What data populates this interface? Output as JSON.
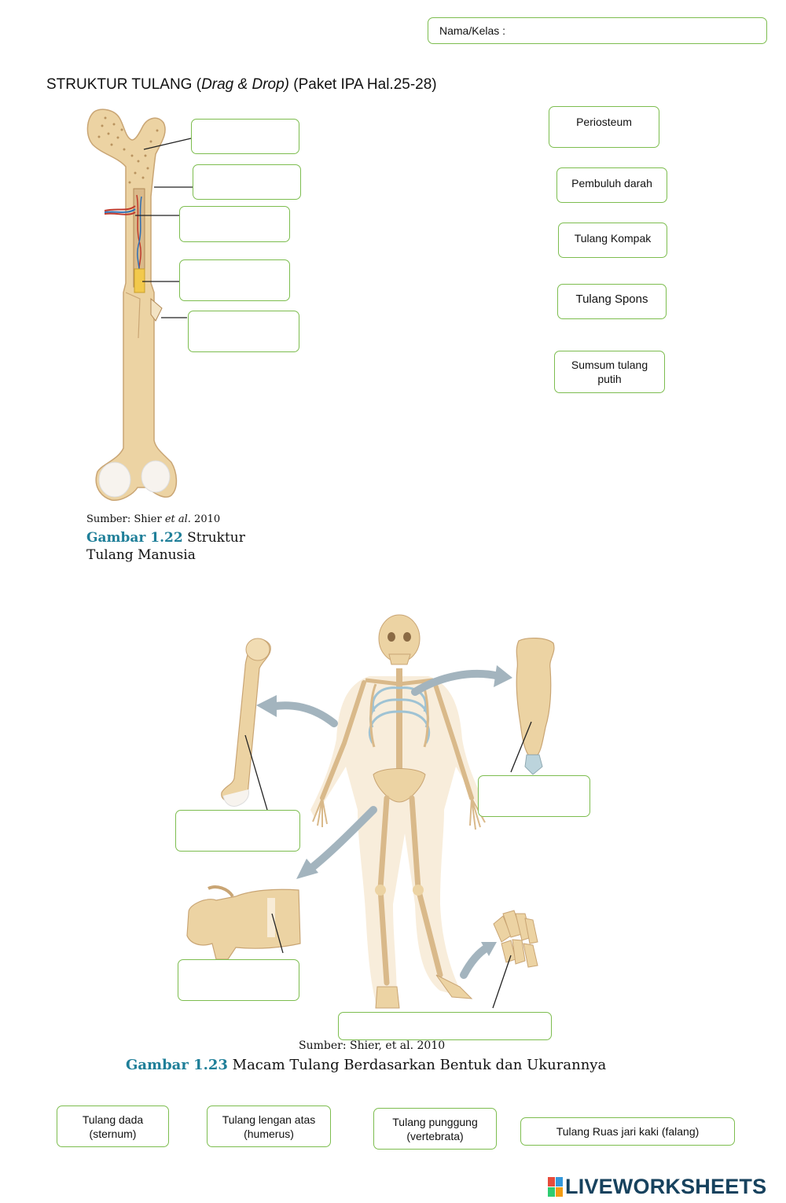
{
  "header": {
    "name_label": "Nama/Kelas :"
  },
  "title": {
    "main": "STRUKTUR TULANG (",
    "italic": "Drag & Drop)",
    "tail": " (Paket IPA Hal.25-28)"
  },
  "bone_labels": [
    "Periosteum",
    "Pembuluh darah",
    "Tulang Kompak",
    "Tulang Spons",
    "Sumsum tulang putih"
  ],
  "fig1": {
    "source_prefix": "Sumber: Shier ",
    "source_italic": "et al.",
    "source_year": " 2010",
    "caption_num": "Gambar 1.22",
    "caption_line1": " Struktur",
    "caption_line2": "Tulang Manusia"
  },
  "fig2": {
    "source": "Sumber: Shier, et al. 2010",
    "caption_num": "Gambar 1.23",
    "caption_text": " Macam Tulang Berdasarkan Bentuk dan Ukurannya"
  },
  "shape_labels": [
    "Tulang dada (sternum)",
    "Tulang lengan atas (humerus)",
    "Tulang punggung (vertebrata)",
    "Tulang Ruas jari kaki (falang)"
  ],
  "branding": {
    "logo_text": "LIVEWORKSHEETS",
    "logo_letters": "LIVE"
  },
  "colors": {
    "box_border": "#7dbd4f",
    "bone": "#ecd3a3",
    "caption_accent": "#1f7f99"
  }
}
